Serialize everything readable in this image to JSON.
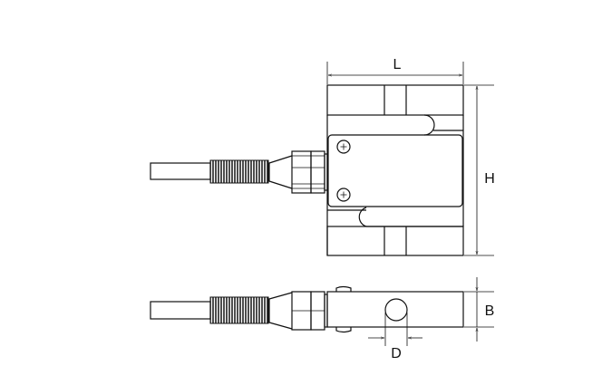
{
  "drawing": {
    "dimensions": {
      "length_label": "L",
      "height_label": "H",
      "width_label": "B",
      "hole_diameter_label": "D"
    },
    "colors": {
      "line": "#111111",
      "thread": "#333333",
      "background": "#ffffff"
    }
  }
}
